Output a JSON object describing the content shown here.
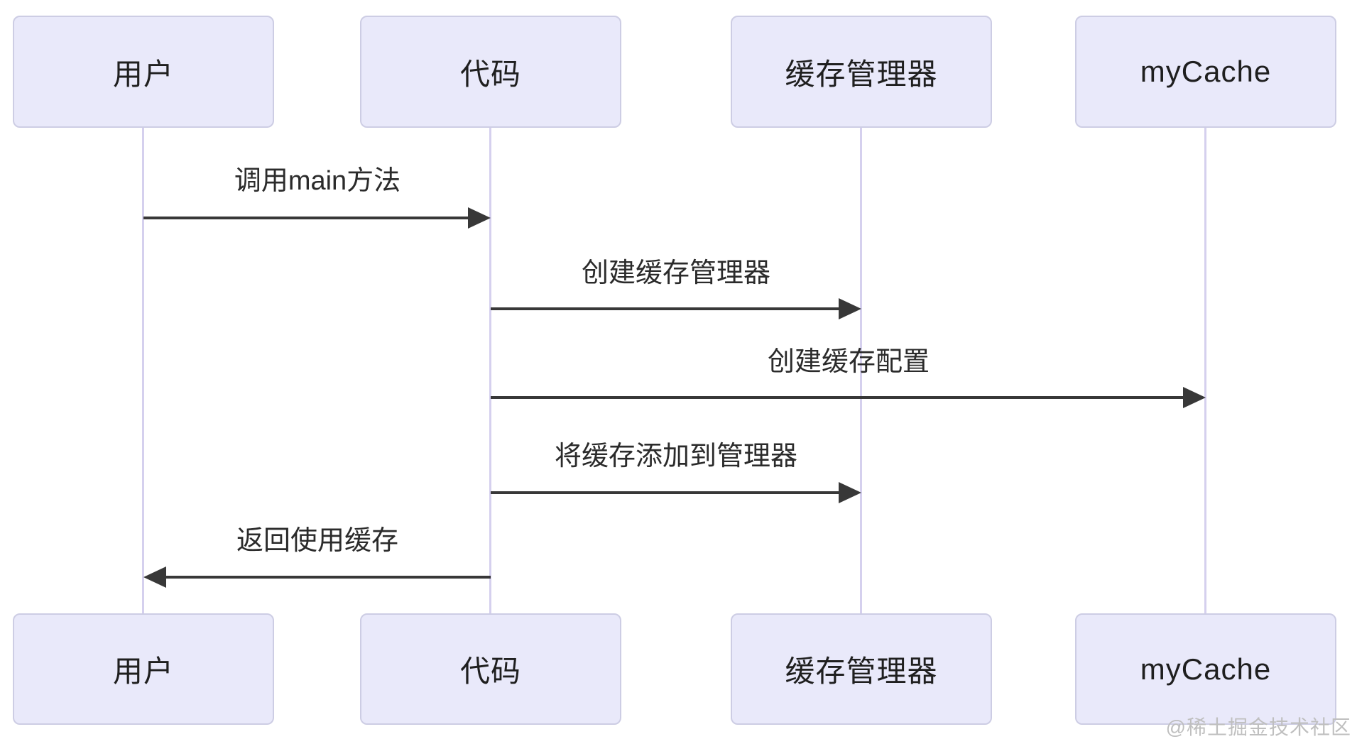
{
  "diagram": {
    "type": "sequence-diagram",
    "actors": [
      {
        "label": "用户"
      },
      {
        "label": "代码"
      },
      {
        "label": "缓存管理器"
      },
      {
        "label": "myCache"
      }
    ],
    "messages": [
      {
        "from": "用户",
        "to": "代码",
        "label": "调用main方法",
        "arrow": "solid-right"
      },
      {
        "from": "代码",
        "to": "缓存管理器",
        "label": "创建缓存管理器",
        "arrow": "solid-right"
      },
      {
        "from": "代码",
        "to": "myCache",
        "label": "创建缓存配置",
        "arrow": "solid-right"
      },
      {
        "from": "代码",
        "to": "缓存管理器",
        "label": "将缓存添加到管理器",
        "arrow": "solid-right"
      },
      {
        "from": "代码",
        "to": "用户",
        "label": "返回使用缓存",
        "arrow": "solid-left"
      }
    ],
    "colors": {
      "actor_fill": "#E9E9FA",
      "actor_border": "#CDCDE4",
      "lifeline": "#D5D0EE",
      "arrow": "#383838",
      "message_text": "#2B2B2B",
      "watermark_text": "#BFBFBF"
    },
    "watermark": "@稀土掘金技术社区"
  }
}
